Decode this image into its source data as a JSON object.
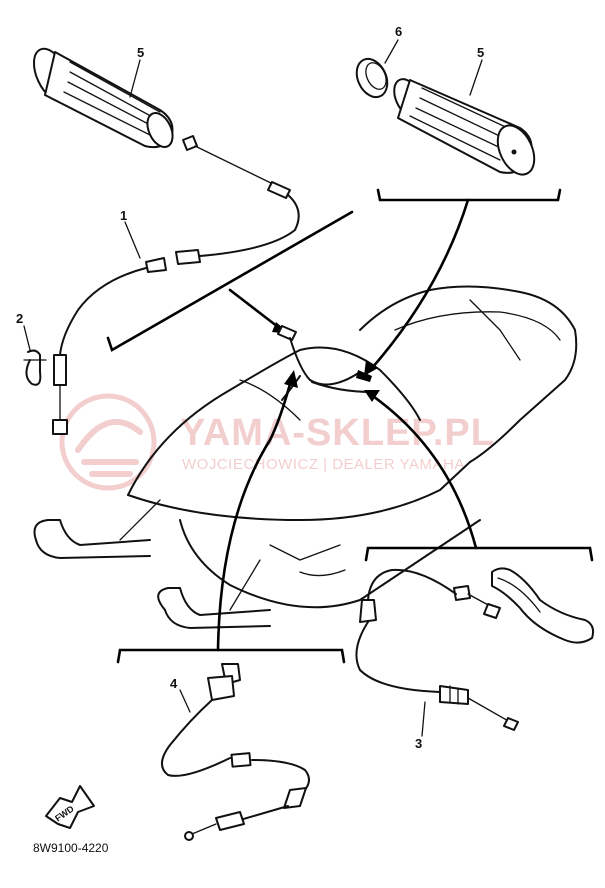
{
  "diagram": {
    "callouts": [
      {
        "id": "5a",
        "label": "5"
      },
      {
        "id": "6",
        "label": "6"
      },
      {
        "id": "5b",
        "label": "5"
      },
      {
        "id": "1",
        "label": "1"
      },
      {
        "id": "2",
        "label": "2"
      },
      {
        "id": "4",
        "label": "4"
      },
      {
        "id": "3",
        "label": "3"
      }
    ],
    "front_arrow_label": "FWD",
    "drawing_code": "8W9100-4220"
  },
  "watermark": {
    "title": "YAMA-SKLEP.PL",
    "subtitle": "WOJCIECHOWICZ | DEALER YAMAHA",
    "color": "#f2c9c9"
  }
}
